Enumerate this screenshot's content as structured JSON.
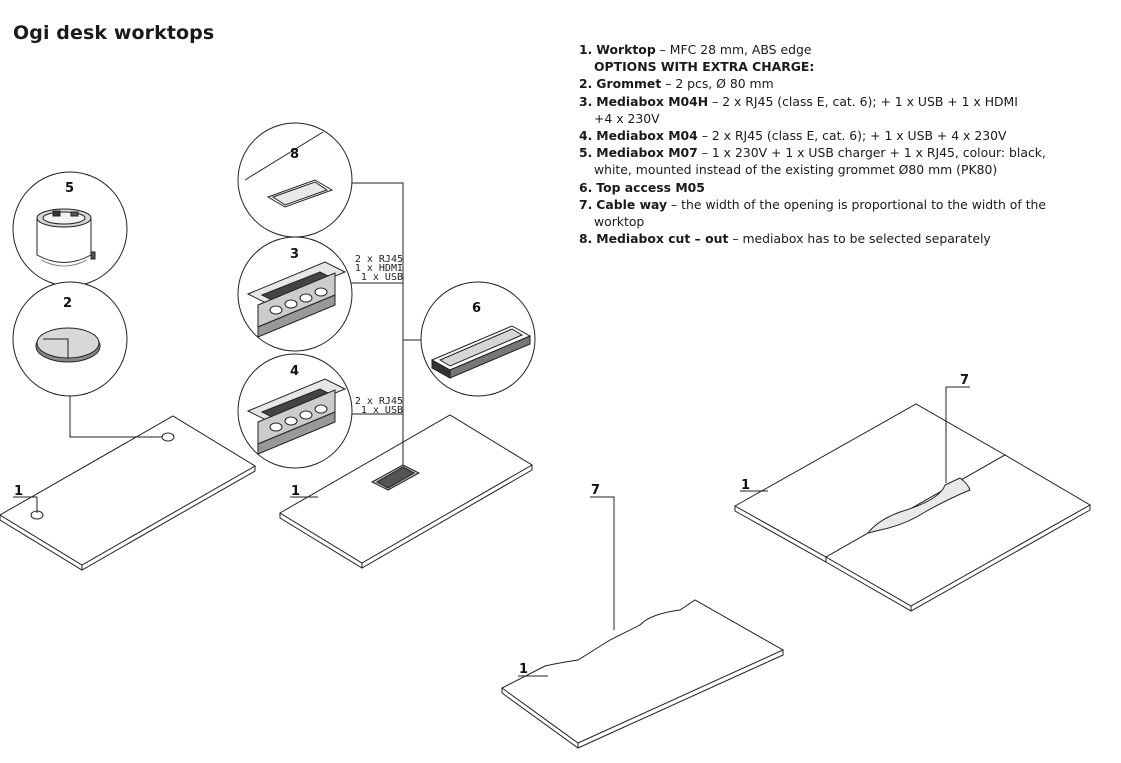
{
  "title": "Ogi desk worktops",
  "legend": [
    {
      "num": "1.",
      "name": "Worktop",
      "sep": " – ",
      "desc": "MFC 28 mm, ABS edge"
    },
    {
      "options": "OPTIONS WITH EXTRA CHARGE:"
    },
    {
      "num": "2.",
      "name": "Grommet",
      "sep": " – ",
      "desc": "2 pcs, Ø 80 mm"
    },
    {
      "num": "3.",
      "name": "Mediabox M04H",
      "sep": " – ",
      "desc": "2 x RJ45 (class E, cat. 6); + 1 x USB + 1 x HDMI",
      "cont": "+4 x 230V"
    },
    {
      "num": "4.",
      "name": "Mediabox M04",
      "sep": " – ",
      "desc": "2 x RJ45 (class E, cat. 6); + 1 x USB + 4 x 230V"
    },
    {
      "num": "5.",
      "name": "Mediabox M07",
      "sep": " – ",
      "desc": "1 x 230V + 1 x USB charger + 1 x RJ45, colour: black,",
      "cont": "white, mounted instead of the existing grommet Ø80 mm (PK80)"
    },
    {
      "num": "6.",
      "name": "Top access M05",
      "sep": "",
      "desc": ""
    },
    {
      "num": "7.",
      "name": "Cable way",
      "sep": " – ",
      "desc": "the width of the opening is proportional to the width of the",
      "cont": "worktop"
    },
    {
      "num": "8.",
      "name": "Mediabox cut – out",
      "sep": " – ",
      "desc": "mediabox has to be selected separately"
    }
  ],
  "callouts": {
    "c1": "1",
    "c2": "2",
    "c3": "3",
    "c4": "4",
    "c5": "5",
    "c6": "6",
    "c7": "7",
    "c8": "8"
  },
  "ports": {
    "m04h": [
      "2 x RJ45",
      "1 x HDMI",
      "1 x USB"
    ],
    "m04": [
      "2 x RJ45",
      "1 x USB"
    ]
  }
}
